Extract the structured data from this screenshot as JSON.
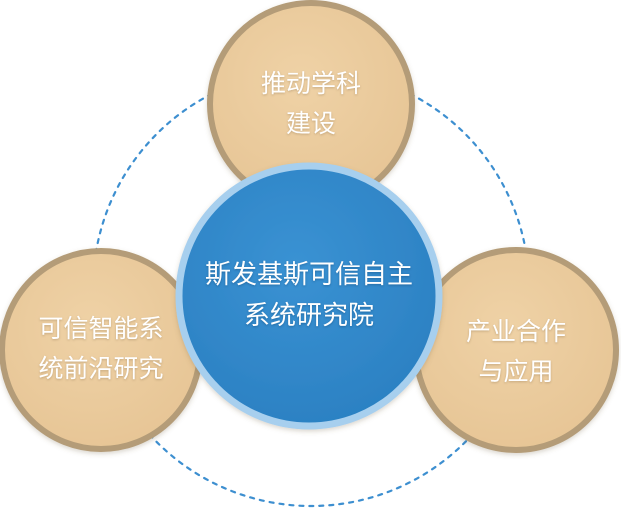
{
  "diagram": {
    "center": {
      "lines": [
        "斯发基斯可信自主",
        "系统研究院"
      ]
    },
    "nodes": [
      {
        "id": "top",
        "lines": [
          "推动学科",
          "建设"
        ]
      },
      {
        "id": "left",
        "lines": [
          "可信智能系",
          "统前沿研究"
        ]
      },
      {
        "id": "right",
        "lines": [
          "产业合作",
          "与应用"
        ]
      }
    ]
  },
  "colors": {
    "center_fill": "#2e86c8",
    "center_ring": "#a7cfee",
    "node_fill": "#ebcb9c",
    "node_ring": "#b49c78",
    "connector": "#3d8fd0",
    "text": "#ffffff"
  }
}
